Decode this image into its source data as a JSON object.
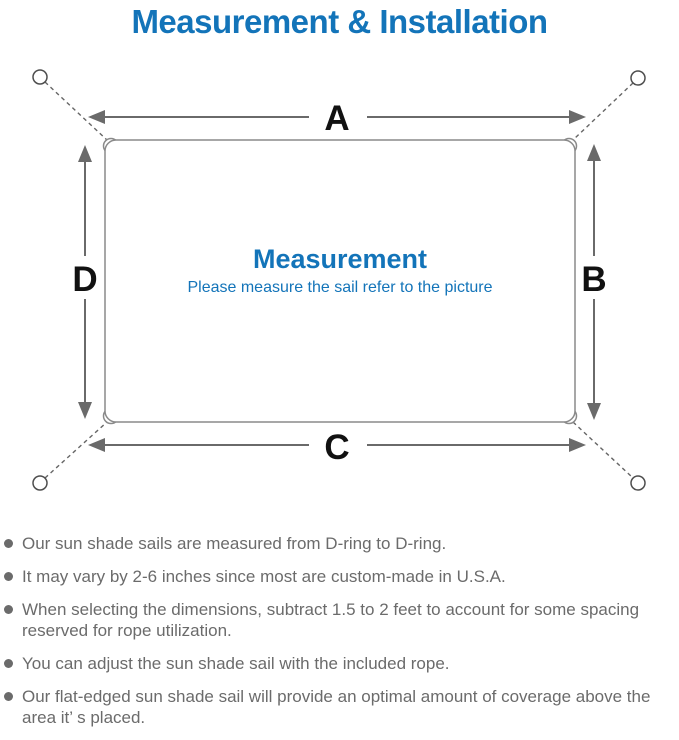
{
  "title": "Measurement & Installation",
  "colors": {
    "accent_blue": "#1374b9",
    "sail_line_gray": "#8a8a8a",
    "arrow_gray": "#6a6a6a",
    "note_text_gray": "#6b6b6b",
    "dimension_label_black": "#111111"
  },
  "diagram": {
    "labels": {
      "top": "A",
      "right": "B",
      "bottom": "C",
      "left": "D"
    },
    "center_heading": "Measurement",
    "center_subheading": "Please measure the sail refer to the picture",
    "icons": {
      "corner_rings": "anchor-ring-icon",
      "corner_grommets": "corner-grommet-icon",
      "ropes": "rope-dashed-line"
    }
  },
  "notes": [
    {
      "text": "Our sun shade sails are measured from D-ring to D-ring."
    },
    {
      "text": "It may vary by 2-6 inches since most are custom-made in U.S.A."
    },
    {
      "text": "When selecting the dimensions, subtract 1.5 to 2 feet to account for some spacing reserved for rope utilization."
    },
    {
      "text": "You can adjust the sun shade sail with the included rope."
    },
    {
      "text": "Our flat-edged sun shade sail will provide an optimal amount of coverage above the area it’ s placed."
    }
  ]
}
